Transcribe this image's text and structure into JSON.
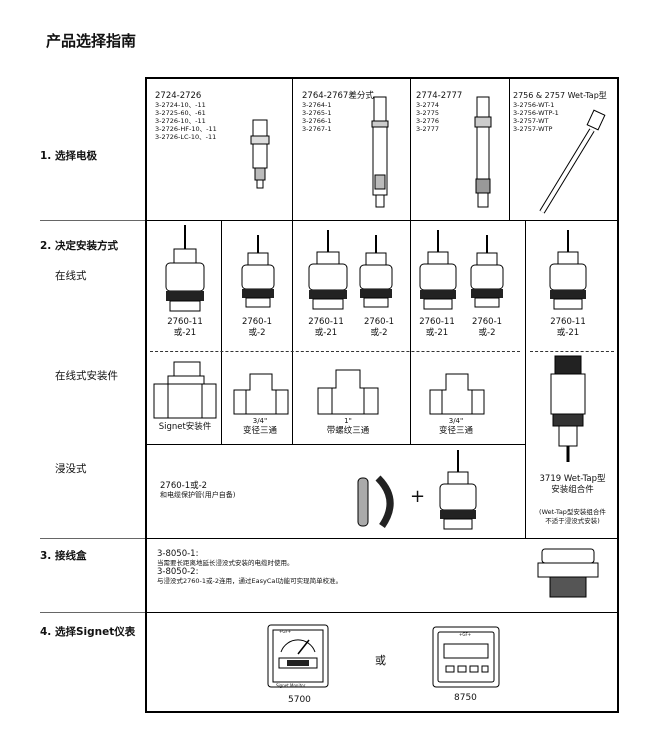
{
  "title": "产品选择指南",
  "sections": {
    "s1": "1. 选择电极",
    "s2": "2. 决定安装方式",
    "s2a": "在线式",
    "s2b": "在线式安装件",
    "s2c": "浸没式",
    "s3": "3. 接线盒",
    "s4": "4. 选择Signet仪表"
  },
  "electrodes": [
    {
      "head": "2724-2726",
      "models": [
        "3-2724-10、-11",
        "3-2725-60、-61",
        "3-2726-10、-11",
        "3-2726-HF-10、-11",
        "3-2726-LC-10、-11"
      ]
    },
    {
      "head": "2764-2767差分式",
      "models": [
        "3-2764-1",
        "3-2765-1",
        "3-2766-1",
        "3-2767-1"
      ]
    },
    {
      "head": "2774-2777",
      "models": [
        "3-2774",
        "3-2775",
        "3-2776",
        "3-2777"
      ]
    },
    {
      "head": "2756 & 2757 Wet-Tap型",
      "models": [
        "3-2756-WT-1",
        "3-2756-WTP-1",
        "3-2757-WT",
        "3-2757-WTP"
      ]
    }
  ],
  "inline_labels": [
    {
      "a": "2760-11",
      "b": "或-21"
    },
    {
      "a": "2760-1",
      "b": "或-2"
    },
    {
      "a": "2760-11",
      "b": "或-21"
    },
    {
      "a": "2760-1",
      "b": "或-2"
    },
    {
      "a": "2760-11",
      "b": "或-21"
    },
    {
      "a": "2760-1",
      "b": "或-2"
    },
    {
      "a": "2760-11",
      "b": "或-21"
    }
  ],
  "fittings": [
    {
      "a": "",
      "b": "Signet安装件"
    },
    {
      "a": "3/4\"",
      "b": "变径三通"
    },
    {
      "a": "1\"",
      "b": "带螺纹三通"
    },
    {
      "a": "3/4\"",
      "b": "变径三通"
    }
  ],
  "wettap": {
    "a": "3719 Wet-Tap型",
    "b": "安装组合件",
    "note1": "(Wet-Tap型安装组合件",
    "note2": "不适于浸没式安装)"
  },
  "submersion": {
    "line1": "2760-1或-2",
    "line2": "和电缆保护管(用户自备)",
    "plus": "+"
  },
  "junction": {
    "a_code": "3-8050-1:",
    "a_desc": "当需要长距离地延长浸没式安装的电缆时使用。",
    "b_code": "3-8050-2:",
    "b_desc": "与浸没式2760-1或-2连用，通过EasyCal功能可实现简单校准。"
  },
  "meters": {
    "m1": "5700",
    "or": "或",
    "m2": "8750",
    "m1_brand": "Signet Monitor",
    "m1_logo": "+GF+",
    "m2_logo": "+GF+"
  }
}
